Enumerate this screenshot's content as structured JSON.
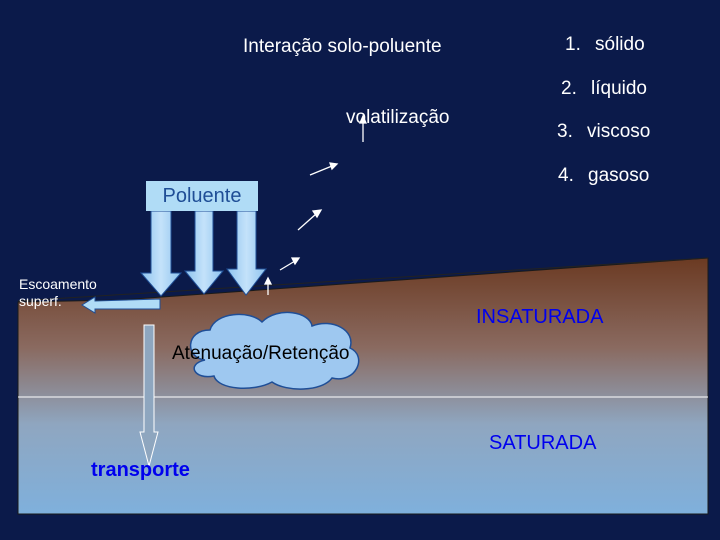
{
  "title": "Interação solo-poluente",
  "states": [
    {
      "num": "1.",
      "label": "sólido"
    },
    {
      "num": "2.",
      "label": "líquido"
    },
    {
      "num": "3.",
      "label": "viscoso"
    },
    {
      "num": "4.",
      "label": "gasoso"
    }
  ],
  "labels": {
    "volatilization": "volatilização",
    "pollutant": "Poluente",
    "runoff_line1": "Escoamento",
    "runoff_line2": "superf.",
    "unsaturated": "INSATURADA",
    "attenuation": "Atenuação/Retenção",
    "saturated": "SATURADA",
    "transport": "transporte"
  },
  "colors": {
    "background": "#0b1a4a",
    "soil_top": "#6b3a22",
    "soil_bottom": "#7fb0dc",
    "pollutant_box": "#b0dcf6",
    "cloud": "#9ec8f0",
    "zone_text": "#0000ee",
    "water_table": "#ffffff"
  }
}
